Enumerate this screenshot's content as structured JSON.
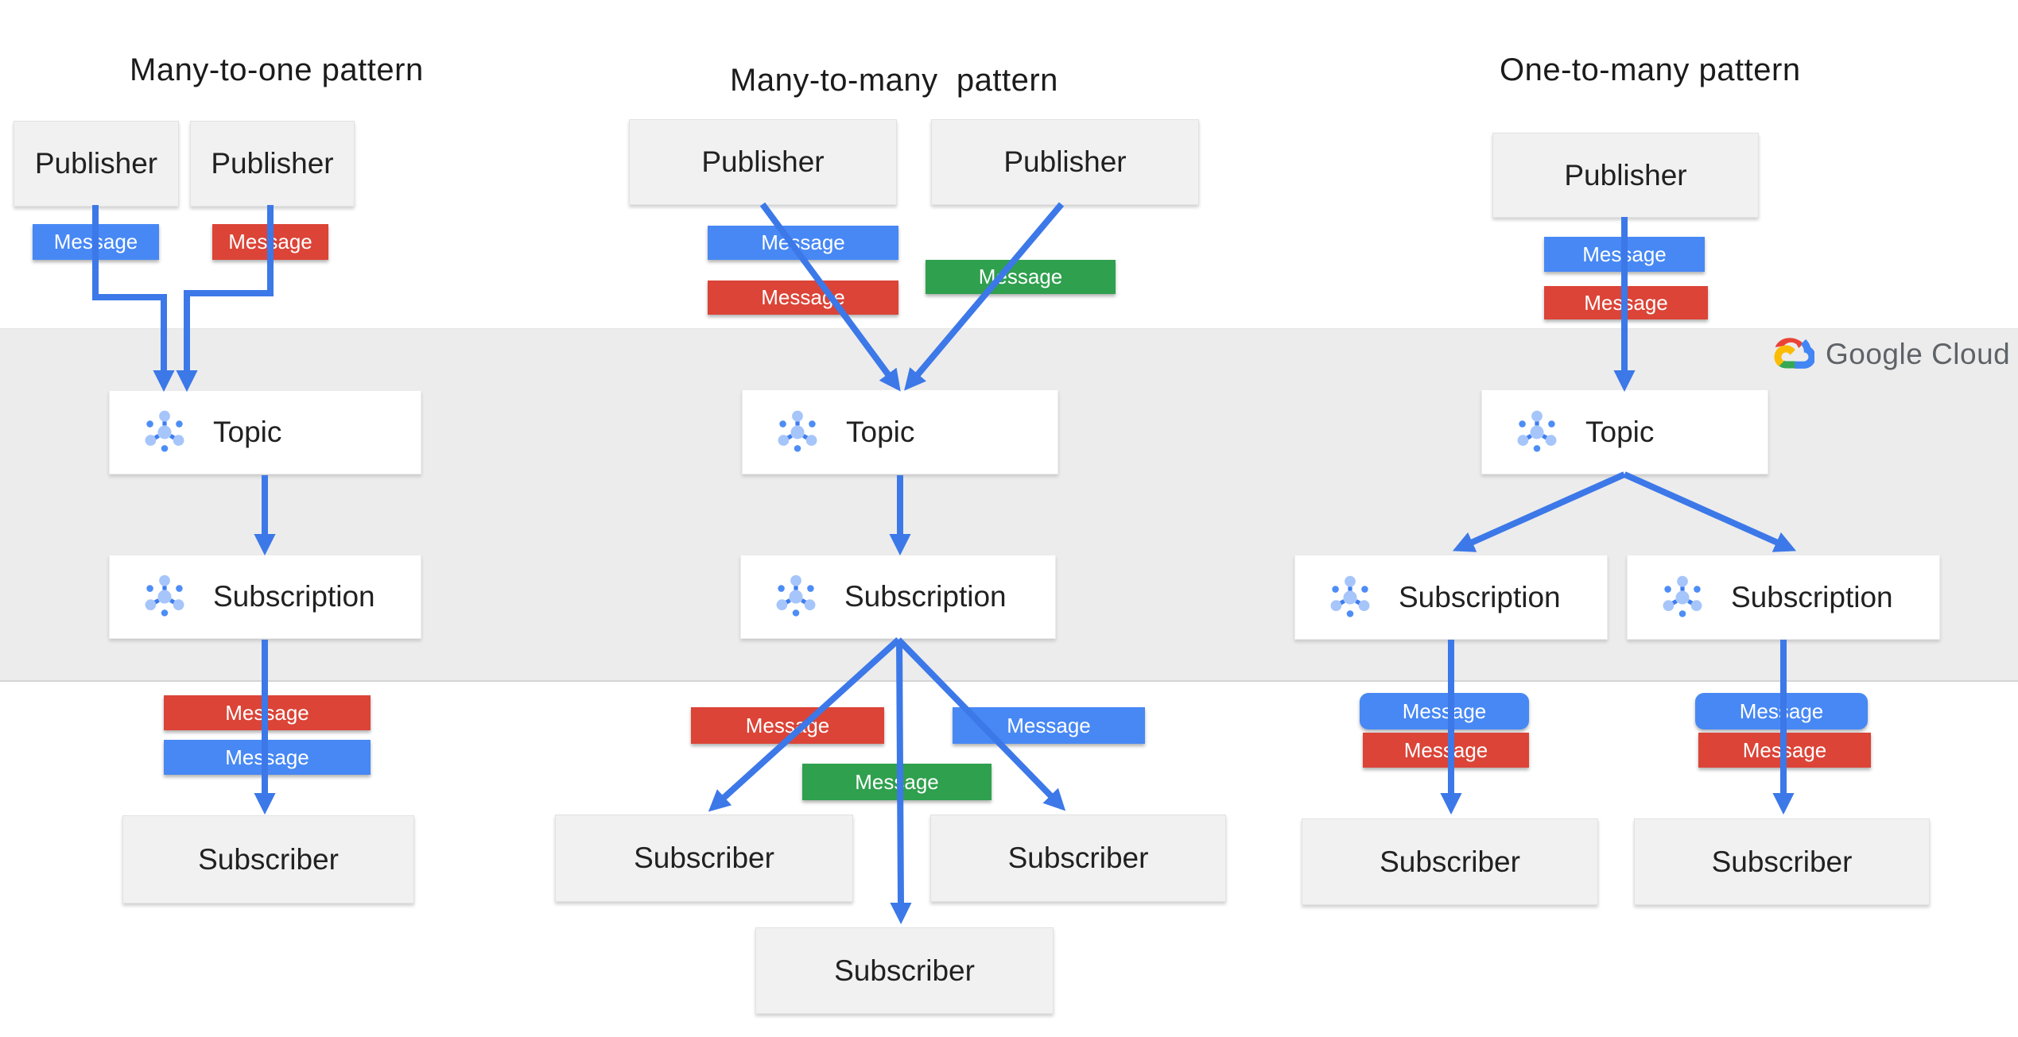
{
  "diagram_title": "Cloud Pub/Sub messaging patterns",
  "colors": {
    "message_blue": "#4788F4",
    "message_red": "#DB4437",
    "message_green": "#2FA04E",
    "arrow_blue": "#3C78E8",
    "band_background": "#ECECEC",
    "gray_box_background": "#F1F1F1",
    "white_box_background": "#FFFFFF",
    "label_text": "#212121",
    "logo_text_gray": "#5F6368",
    "icon_light_blue": "#A6C5FA",
    "icon_medium_blue": "#4D8DF5"
  },
  "logo": {
    "text": "Google Cloud"
  },
  "patterns": {
    "many_to_one": {
      "title": "Many-to-one pattern",
      "publisher1": "Publisher",
      "publisher2": "Publisher",
      "msg_blue": "Message",
      "msg_red": "Message",
      "topic": "Topic",
      "subscription": "Subscription",
      "msg_red2": "Message",
      "msg_blue2": "Message",
      "subscriber": "Subscriber"
    },
    "many_to_many": {
      "title": "Many-to-many  pattern",
      "publisher1": "Publisher",
      "publisher2": "Publisher",
      "msg_blue": "Message",
      "msg_red": "Message",
      "msg_green": "Message",
      "topic": "Topic",
      "subscription": "Subscription",
      "msg_red2": "Message",
      "msg_green2": "Message",
      "msg_blue2": "Message",
      "subscriber_left": "Subscriber",
      "subscriber_right": "Subscriber",
      "subscriber_bottom": "Subscriber"
    },
    "one_to_many": {
      "title": "One-to-many pattern",
      "publisher": "Publisher",
      "msg_blue": "Message",
      "msg_red": "Message",
      "topic": "Topic",
      "subscription_left": "Subscription",
      "subscription_right": "Subscription",
      "msg_blue_left": "Message",
      "msg_red_left": "Message",
      "msg_blue_right": "Message",
      "msg_red_right": "Message",
      "subscriber_left": "Subscriber",
      "subscriber_right": "Subscriber"
    }
  }
}
